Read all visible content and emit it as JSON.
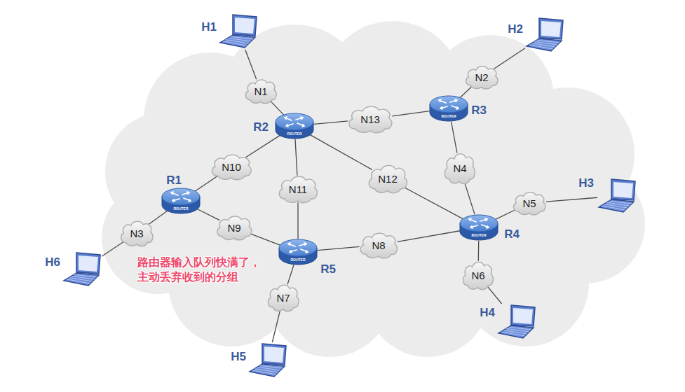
{
  "diagram": {
    "nodes": [
      {
        "text": [
          "H1"
        ]
      },
      {
        "text": [
          "H2"
        ]
      },
      {
        "text": [
          "N2"
        ]
      },
      {
        "text": [
          "N1"
        ]
      },
      {
        "text": [
          "R2",
          "ROUTER"
        ]
      },
      {
        "text": [
          "N13"
        ]
      },
      {
        "text": [
          "R3",
          "ROUTER"
        ]
      },
      {
        "text": [
          "N10"
        ]
      },
      {
        "text": [
          "N4"
        ]
      },
      {
        "text": [
          "N12"
        ]
      },
      {
        "text": [
          "N11"
        ]
      },
      {
        "text": [
          "H3"
        ]
      },
      {
        "text": [
          "R1",
          "ROUTER"
        ]
      },
      {
        "text": [
          "N5"
        ]
      },
      {
        "text": [
          "N9"
        ]
      },
      {
        "text": [
          "R4",
          "ROUTER"
        ]
      },
      {
        "text": [
          "N3"
        ]
      },
      {
        "text": [
          "N8"
        ]
      },
      {
        "text": [
          "H6"
        ]
      },
      {
        "text": [
          "R5",
          "ROUTER"
        ]
      },
      {
        "text": [
          "N6"
        ]
      },
      {
        "text": [
          "N7"
        ]
      },
      {
        "text": [
          "H4"
        ]
      },
      {
        "text": [
          "H5"
        ]
      }
    ],
    "edges": [
      {
        "from": 0,
        "to": 3,
        "arrow": "none"
      },
      {
        "from": 3,
        "to": 4,
        "arrow": "none"
      },
      {
        "from": 4,
        "to": 5,
        "arrow": "none"
      },
      {
        "from": 5,
        "to": 6,
        "arrow": "none"
      },
      {
        "from": 6,
        "to": 2,
        "arrow": "none"
      },
      {
        "from": 2,
        "to": 1,
        "arrow": "none"
      },
      {
        "from": 6,
        "to": 8,
        "arrow": "none"
      },
      {
        "from": 8,
        "to": 15,
        "arrow": "none"
      },
      {
        "from": 15,
        "to": 13,
        "arrow": "none"
      },
      {
        "from": 13,
        "to": 11,
        "arrow": "none"
      },
      {
        "from": 15,
        "to": 20,
        "arrow": "none"
      },
      {
        "from": 20,
        "to": 22,
        "arrow": "none"
      },
      {
        "from": 4,
        "to": 9,
        "arrow": "none"
      },
      {
        "from": 9,
        "to": 15,
        "arrow": "none"
      },
      {
        "from": 4,
        "to": 10,
        "arrow": "none"
      },
      {
        "from": 10,
        "to": 19,
        "arrow": "none"
      },
      {
        "from": 4,
        "to": 7,
        "arrow": "none"
      },
      {
        "from": 7,
        "to": 12,
        "arrow": "none"
      },
      {
        "from": 12,
        "to": 14,
        "arrow": "none"
      },
      {
        "from": 14,
        "to": 19,
        "arrow": "none"
      },
      {
        "from": 12,
        "to": 16,
        "arrow": "none"
      },
      {
        "from": 16,
        "to": 18,
        "arrow": "none"
      },
      {
        "from": 19,
        "to": 17,
        "arrow": "none"
      },
      {
        "from": 17,
        "to": 15,
        "arrow": "none"
      },
      {
        "from": 19,
        "to": 21,
        "arrow": "none"
      },
      {
        "from": 21,
        "to": 23,
        "arrow": "none"
      }
    ],
    "labels": [
      "路由器输入队列快满了， 主动丢弃收到的分组"
    ]
  }
}
